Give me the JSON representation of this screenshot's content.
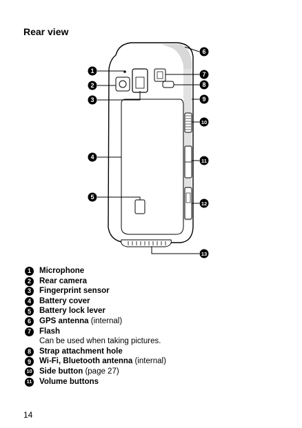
{
  "page": {
    "heading": "Rear view",
    "page_number": "14"
  },
  "callouts": [
    "1",
    "2",
    "3",
    "4",
    "5",
    "6",
    "7",
    "8",
    "9",
    "10",
    "11",
    "12",
    "13"
  ],
  "legend": [
    {
      "num": "1",
      "label": "Microphone",
      "suffix": ""
    },
    {
      "num": "2",
      "label": "Rear camera",
      "suffix": ""
    },
    {
      "num": "3",
      "label": "Fingerprint sensor",
      "suffix": ""
    },
    {
      "num": "4",
      "label": "Battery cover",
      "suffix": ""
    },
    {
      "num": "5",
      "label": "Battery lock lever",
      "suffix": ""
    },
    {
      "num": "6",
      "label": "GPS antenna",
      "suffix": " (internal)"
    },
    {
      "num": "7",
      "label": "Flash",
      "suffix": ""
    },
    {
      "num": "",
      "label": "",
      "suffix": "Can be used when taking pictures."
    },
    {
      "num": "8",
      "label": "Strap attachment hole",
      "suffix": ""
    },
    {
      "num": "9",
      "label": "Wi-Fi, Bluetooth antenna",
      "suffix": " (internal)"
    },
    {
      "num": "10",
      "label": "Side button",
      "suffix": " (page 27)"
    },
    {
      "num": "11",
      "label": "Volume buttons",
      "suffix": ""
    }
  ]
}
